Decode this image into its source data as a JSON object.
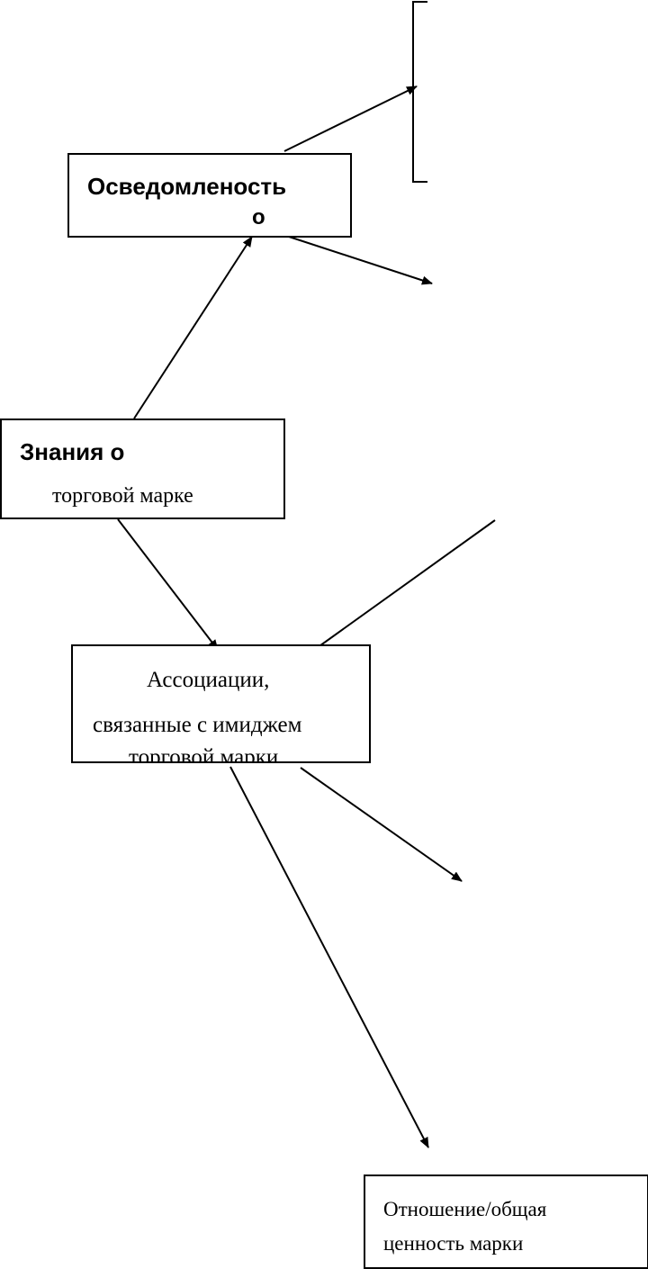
{
  "diagram": {
    "awareness": {
      "line1": "Осведомленость",
      "line2": "о"
    },
    "knowledge": {
      "line1": "Знания о",
      "line2": "торговой марке"
    },
    "associations": {
      "line1": "Ассоциации,",
      "line2": "связанные с имиджем",
      "line3": "торговой марки"
    },
    "attitude": {
      "line1": "Отношение/общая",
      "line2": "ценность марки"
    }
  }
}
